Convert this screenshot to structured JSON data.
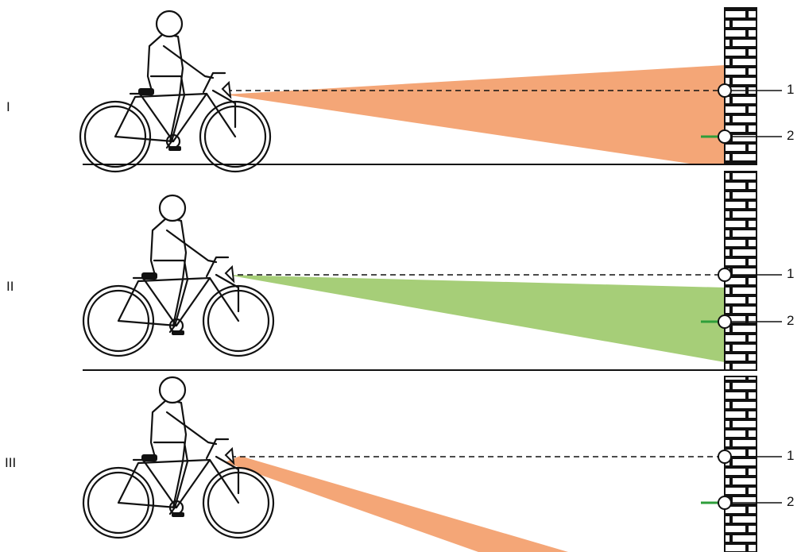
{
  "colors": {
    "beam_bad": "#F4A677",
    "beam_good": "#A6CE78",
    "marker": "#2E9E3A",
    "ink": "#111111"
  },
  "panels": [
    {
      "label": "I",
      "beam": "bad",
      "point1_label": "1",
      "point2_label": "2"
    },
    {
      "label": "II",
      "beam": "good",
      "point1_label": "1",
      "point2_label": "2"
    },
    {
      "label": "III",
      "beam": "bad",
      "point1_label": "1",
      "point2_label": "2"
    }
  ]
}
